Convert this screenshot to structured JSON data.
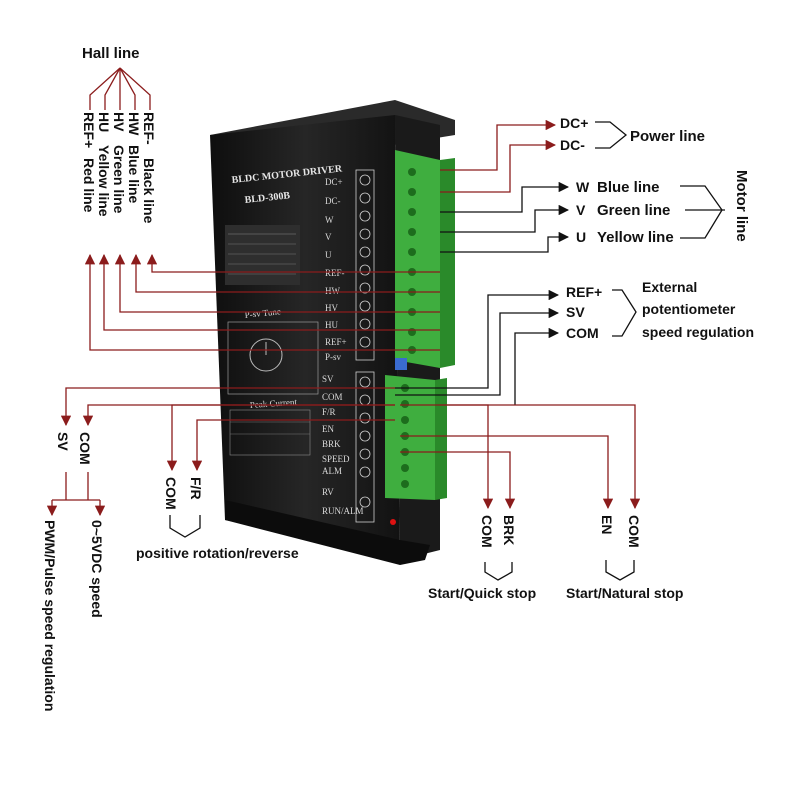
{
  "hall_group": {
    "title": "Hall line",
    "pins": [
      "REF+",
      "HU",
      "HV",
      "HW",
      "REF-"
    ],
    "colors": [
      "Red line",
      "Yellow line",
      "Green line",
      "Blue line",
      "Black line"
    ]
  },
  "power_group": {
    "pins": [
      "DC+",
      "DC-"
    ],
    "title": "Power line"
  },
  "motor_group": {
    "pins": [
      "W",
      "V",
      "U"
    ],
    "colors": [
      "Blue line",
      "Green line",
      "Yellow line"
    ],
    "title": "Motor line"
  },
  "pot_group": {
    "pins": [
      "REF+",
      "SV",
      "COM"
    ],
    "desc": [
      "External",
      "potentiometer",
      "speed regulation"
    ]
  },
  "speed_group": {
    "pins": [
      "SV",
      "COM"
    ],
    "desc_pwm": "PWM/Pulse speed regulation",
    "desc_volt": "0~5VDC speed"
  },
  "direction_group": {
    "pins": [
      "COM",
      "F/R"
    ],
    "desc": "positive rotation/reverse"
  },
  "brake_group": {
    "pins": [
      "COM",
      "BRK"
    ],
    "desc": "Start/Quick stop"
  },
  "enable_group": {
    "pins": [
      "EN",
      "COM"
    ],
    "desc": "Start/Natural stop"
  },
  "device": {
    "title_line1": "BLDC MOTOR DRIVER",
    "title_line2": "BLD-300B",
    "knob_title": "P-sv Tune",
    "peak_label": "Peak Current",
    "terminal_labels_top": [
      "DC+",
      "DC-",
      "W",
      "V",
      "U",
      "REF-",
      "HW",
      "HV",
      "HU",
      "REF+",
      "P-sv"
    ],
    "terminal_labels_bottom": [
      "SV",
      "COM",
      "F/R",
      "EN",
      "BRK",
      "SPEED",
      "ALM",
      "RV",
      "RUN/ALM"
    ]
  },
  "colors": {
    "wire_red": "#8b1c1c",
    "wire_black": "#111111",
    "terminal_green": "#3fae3f",
    "device_body": "#1c1c1c"
  }
}
